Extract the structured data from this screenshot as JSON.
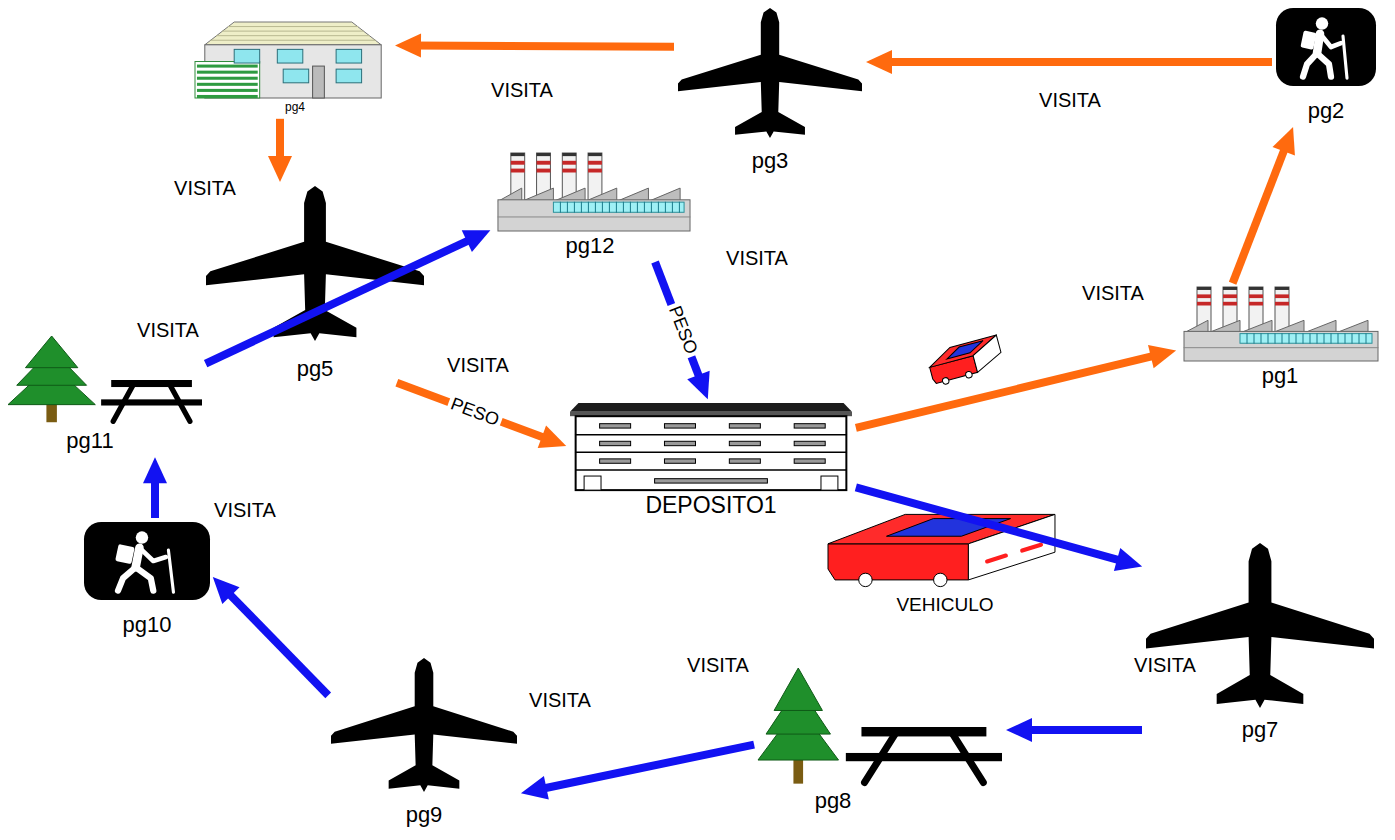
{
  "diagram": {
    "nodes": [
      {
        "text": [
          "pg4"
        ]
      },
      {
        "text": [
          "pg3"
        ]
      },
      {
        "text": [
          "pg2"
        ]
      },
      {
        "text": [
          "pg12"
        ]
      },
      {
        "text": [
          "pg5"
        ]
      },
      {
        "text": [
          "pg1"
        ]
      },
      {
        "text": [
          "pg11"
        ]
      },
      {
        "text": [
          "DEPOSITO1"
        ]
      },
      {
        "text": [
          "pg10"
        ]
      },
      {
        "text": [
          "VEHICULO"
        ]
      },
      {
        "text": [
          "pg7"
        ]
      },
      {
        "text": [
          "pg9"
        ]
      },
      {
        "text": [
          "pg8"
        ]
      }
    ],
    "edges": [
      {
        "from": 7,
        "to": 5,
        "arrow": "to"
      },
      {
        "from": 5,
        "to": 2,
        "arrow": "to"
      },
      {
        "from": 2,
        "to": 1,
        "label": "VISITA",
        "arrow": "to"
      },
      {
        "from": 1,
        "to": 0,
        "label": "VISITA",
        "arrow": "to"
      },
      {
        "from": 0,
        "to": 4,
        "label": "VISITA",
        "arrow": "to"
      },
      {
        "from": 4,
        "to": 7,
        "label": "PESO",
        "arrow": "to"
      },
      {
        "from": 7,
        "to": 10,
        "arrow": "to"
      },
      {
        "from": 10,
        "to": 12,
        "label": "VISITA",
        "arrow": "to"
      },
      {
        "from": 12,
        "to": 11,
        "label": "VISITA",
        "arrow": "to"
      },
      {
        "from": 11,
        "to": 8,
        "arrow": "to"
      },
      {
        "from": 8,
        "to": 6,
        "label": "VISITA",
        "arrow": "to"
      },
      {
        "from": 6,
        "to": 3,
        "arrow": "to"
      },
      {
        "from": 3,
        "to": 7,
        "label": "PESO",
        "arrow": "to"
      }
    ],
    "labels": [
      "VISITA",
      "VISITA",
      "VISITA",
      "VISITA",
      "VISITA"
    ]
  }
}
